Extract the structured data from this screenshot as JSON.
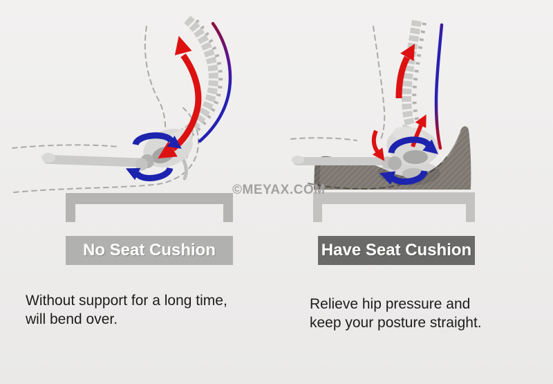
{
  "watermark": {
    "text": "©MEYAX.COM"
  },
  "panels": [
    {
      "id": "no-cushion",
      "label": "No Seat Cushion",
      "caption": [
        "Without support for a long time,",
        "will bend over."
      ],
      "figure": "bent-spine-skeleton",
      "figure_elements": [
        "curved-spine",
        "pelvis",
        "femur",
        "red-bend-arrow",
        "blue-pelvis-rotation-arrows",
        "spine-curve-gradient-line",
        "dashed-body-outline",
        "bench"
      ]
    },
    {
      "id": "have-cushion",
      "label": "Have Seat Cushion",
      "caption": [
        "Relieve hip pressure and",
        "keep your posture straight."
      ],
      "figure": "straight-spine-skeleton-on-cushion",
      "figure_elements": [
        "straight-spine",
        "pelvis",
        "femur",
        "red-straighten-arrows",
        "blue-pelvis-rotation-arrows",
        "spine-gradient-line",
        "dashed-body-outline",
        "seat-cushion",
        "bench"
      ]
    }
  ],
  "colors": {
    "bg_top": "#f2f1f0",
    "bg_bottom": "#eae9e8",
    "arrow_red": "#dd1111",
    "arrow_blue": "#1c23ae",
    "bone": "#cbcbca",
    "bone_dark": "#b2b2b1",
    "bone_light": "#d9d9d8",
    "dash": "#a9a9a8",
    "bench_left": "#b5b4b2",
    "bench_right": "#c3c2c1",
    "cushion": "#7d7770",
    "label_left_bg": "#b1b1b0",
    "label_right_bg": "#6a6a69",
    "label_text": "#ffffff",
    "caption_text": "#1c1c1c",
    "watermark_color": "#a3a1a0"
  }
}
